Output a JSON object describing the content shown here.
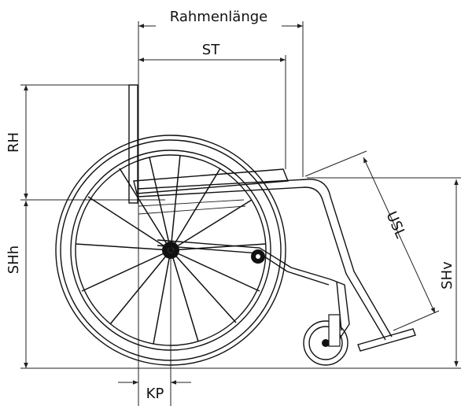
{
  "labels": {
    "frame_length": "Rahmenlänge",
    "seat_depth": "ST",
    "backrest_height": "RH",
    "seat_height_rear": "SHh",
    "lower_leg_length": "USL",
    "seat_height_front": "SHv",
    "axle_position": "KP"
  },
  "colors": {
    "ink": "#111111",
    "background": "#ffffff"
  }
}
